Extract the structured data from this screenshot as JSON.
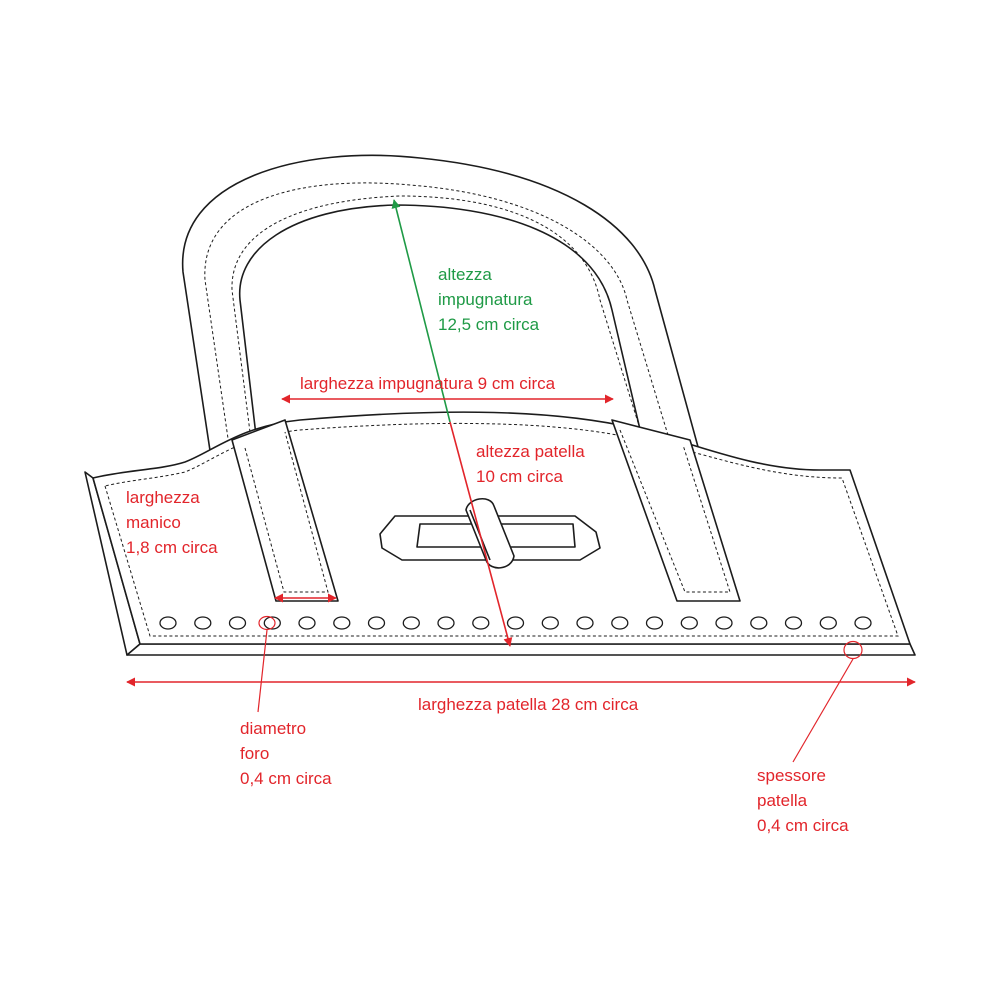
{
  "labels": {
    "altezza_impugnatura": [
      "altezza",
      "impugnatura",
      "12,5 cm circa"
    ],
    "larghezza_impugnatura": "larghezza impugnatura 9 cm circa",
    "altezza_patella": [
      "altezza patella",
      "10 cm circa"
    ],
    "larghezza_manico": [
      "larghezza",
      "manico",
      "1,8 cm circa"
    ],
    "larghezza_patella": "larghezza patella 28 cm circa",
    "diametro_foro": [
      "diametro",
      "foro",
      "0,4 cm circa"
    ],
    "spessore_patella": [
      "spessore",
      "patella",
      "0,4 cm circa"
    ]
  },
  "holes": {
    "count": 21
  },
  "colors": {
    "dimension": "#e2252b",
    "height_dimension": "#1f9a46",
    "outline": "#1c1c1c"
  }
}
